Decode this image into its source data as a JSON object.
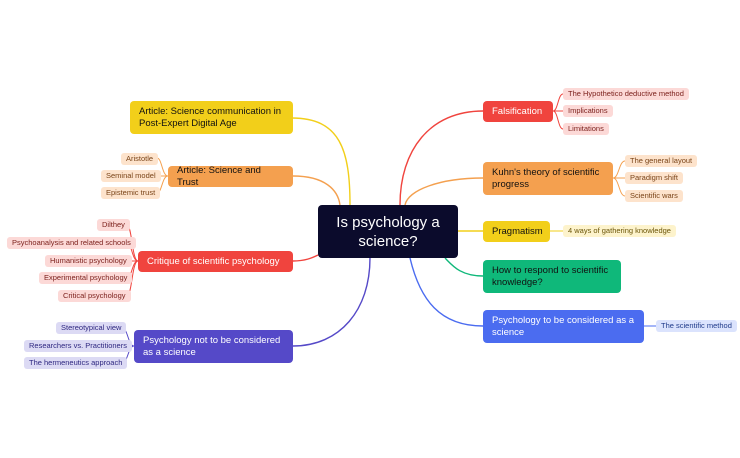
{
  "root": {
    "label": "Is psychology a science?"
  },
  "colors": {
    "root": "#0b0b2c",
    "yellow": "#f2cf1a",
    "orange": "#f4a04f",
    "red": "#f0443e",
    "indigo": "#5549c8",
    "green": "#0fb87a",
    "blue": "#4b6cf0",
    "pink_leaf": "#fcd9d7",
    "orange_leaf": "#fde3cc",
    "yellow_leaf": "#fdf3cc",
    "indigo_leaf": "#dcdaf4",
    "blue_leaf": "#dbe3fd"
  },
  "branches": {
    "science_communication": {
      "label": "Article: Science communication in Post-Expert Digital Age"
    },
    "science_and_trust": {
      "label": "Article: Science and Trust",
      "children": [
        "Aristotle",
        "Seminal model",
        "Epistemic trust"
      ]
    },
    "critique": {
      "label": "Critique of scientific psychology",
      "children": [
        "Dilthey",
        "Psychoanalysis and related schools",
        "Humanistic psychology",
        "Experimental psychology",
        "Critical psychology"
      ]
    },
    "not_science": {
      "label": "Psychology not to be considered as a science",
      "children": [
        "Stereotypical view",
        "Researchers vs. Practitioners",
        "The hermeneutics approach"
      ]
    },
    "falsification": {
      "label": "Falsification",
      "children": [
        "The Hypothetico deductive method",
        "Implications",
        "Limitations"
      ]
    },
    "kuhn": {
      "label": "Kuhn's theory of scientific progress",
      "children": [
        "The general layout",
        "Paradigm shift",
        "Scientific wars"
      ]
    },
    "pragmatism": {
      "label": "Pragmatism",
      "children": [
        "4 ways of gathering knowledge"
      ]
    },
    "respond": {
      "label": "How to respond to scientific knowledge?"
    },
    "is_science": {
      "label": "Psychology to be considered as a science",
      "children": [
        "The scientific method"
      ]
    }
  }
}
